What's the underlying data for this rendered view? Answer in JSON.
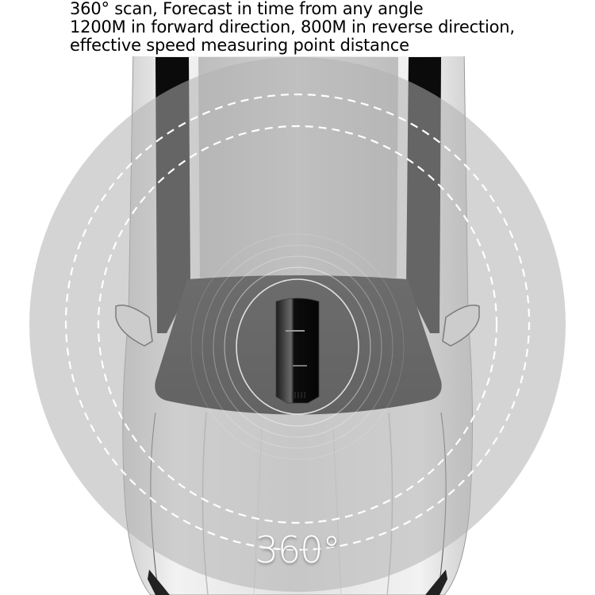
{
  "caption": {
    "lines": [
      "360° scan, Forecast in time from any angle",
      "1200M in forward direction, 800M in reverse direction,",
      "effective speed measuring point distance"
    ]
  },
  "coverage": {
    "angle_label": "360°"
  },
  "colors": {
    "background": "#ffffff",
    "coverage_disc": "#c8c8c8",
    "car_body": "#e6e6e6",
    "glass": "#0a0a0a",
    "dash_ring": "#ffffff",
    "text": "#000000"
  }
}
